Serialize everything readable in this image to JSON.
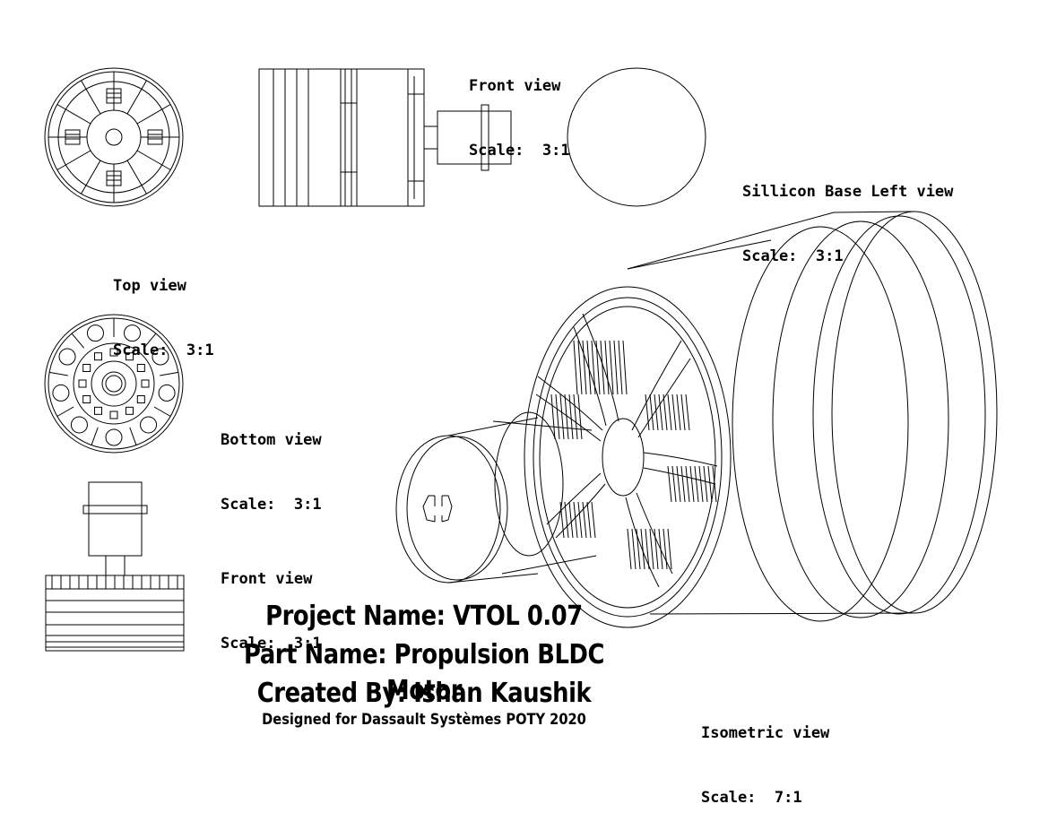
{
  "views": [
    {
      "id": "front-view-top",
      "name": "Front view",
      "scale": "Scale:  3:1"
    },
    {
      "id": "sillicon-base-left-view",
      "name": "Sillicon Base Left view",
      "scale": "Scale:  3:1"
    },
    {
      "id": "top-view",
      "name": "Top view",
      "scale": "Scale:  3:1"
    },
    {
      "id": "bottom-view",
      "name": "Bottom view",
      "scale": "Scale:  3:1"
    },
    {
      "id": "front-view-bottom",
      "name": "Front view",
      "scale": "Scale:  3:1"
    },
    {
      "id": "isometric-view",
      "name": "Isometric view",
      "scale": "Scale:  7:1"
    }
  ],
  "title_block": {
    "project": "Project Name: VTOL 0.07",
    "part": "Part Name: Propulsion BLDC Motor",
    "author": "Created By: Ishan Kaushik",
    "note": "Designed for Dassault Systèmes POTY 2020"
  }
}
